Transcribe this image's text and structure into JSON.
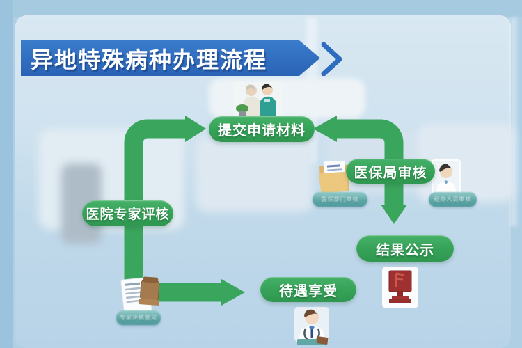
{
  "banner": {
    "title": "异地特殊病种办理流程"
  },
  "flow_boxes": {
    "submit": "提交申请材料",
    "bureau_review": "医保局审核",
    "hospital_review": "医院专家评核",
    "result_publicity": "结果公示",
    "benefit": "待遇享受"
  },
  "captions": {
    "bureau_material": "医保部门审核",
    "bureau_staff": "经办人员审核",
    "expert_opinion": "专家评核意见"
  },
  "icons": [
    "applicant-couple-icon",
    "folder-documents-icon",
    "insurance-staff-portrait-icon",
    "stamped-document-icon",
    "result-bulletin-icon",
    "doctor-at-desk-icon",
    "banner-chevron-icon"
  ],
  "colors": {
    "arrow_green": "#3aa55c",
    "banner_blue": "#2e6cc0",
    "background_blue": "#bcd6e9",
    "caption_teal": "#5aa7a8",
    "bulletin_red": "#9e3130"
  }
}
